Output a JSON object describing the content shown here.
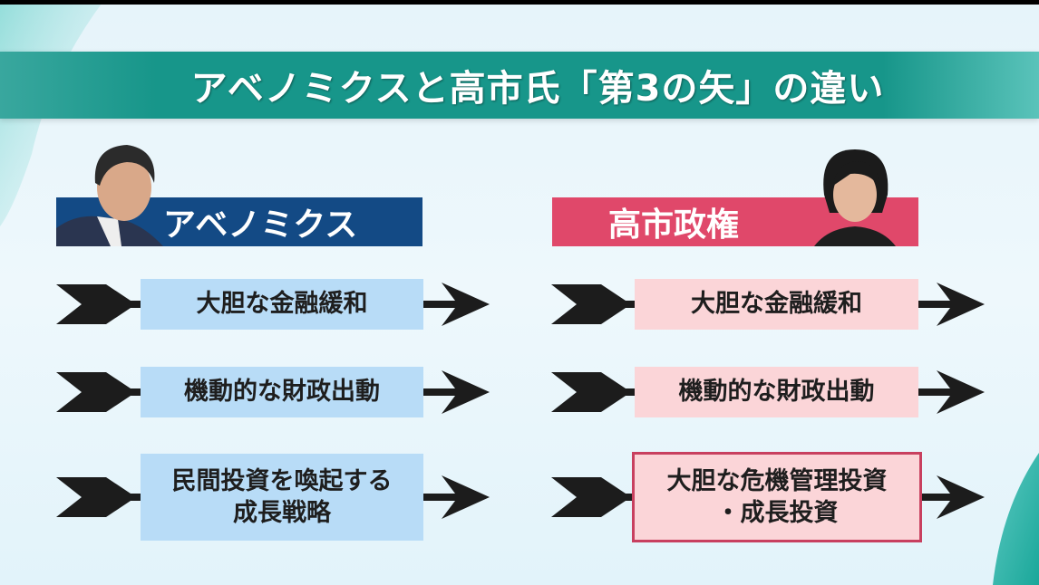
{
  "title": "アベノミクスと高市氏「第3の矢」の違い",
  "left": {
    "label": "アベノミクス",
    "arrows": [
      "大胆な金融緩和",
      "機動的な財政出動",
      "民間投資を喚起する\n成長戦略"
    ]
  },
  "right": {
    "label": "高市政権",
    "arrows": [
      "大胆な金融緩和",
      "機動的な財政出動",
      "大胆な危機管理投資\n・成長投資"
    ]
  },
  "colors": {
    "header": "#17968a",
    "left_label": "#134a85",
    "right_label": "#e0486a",
    "left_box": "#b8dcf7",
    "right_box": "#fbd5d8",
    "highlight_border": "#c8405f"
  }
}
